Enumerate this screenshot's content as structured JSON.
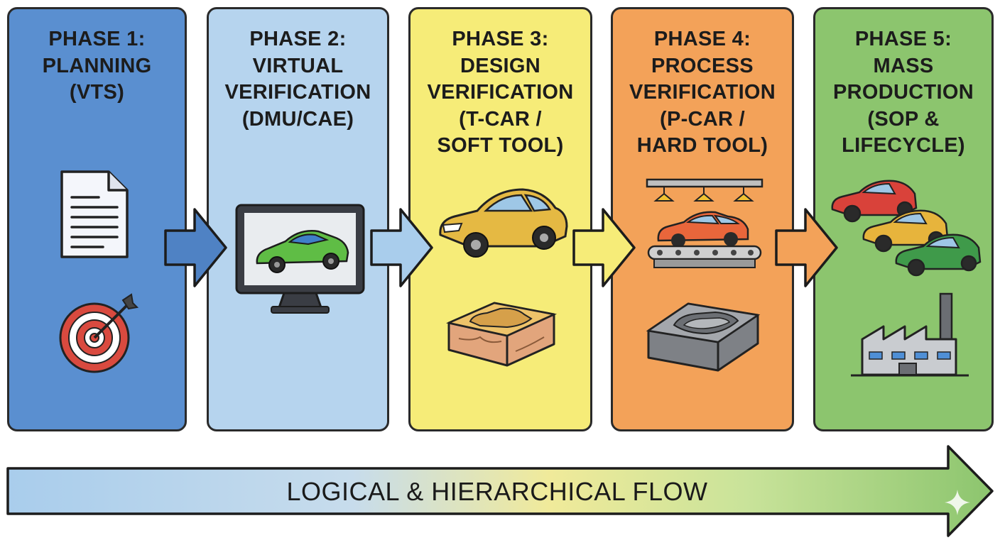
{
  "phases": [
    {
      "lines": [
        "PHASE 1:",
        "PLANNING",
        "(VTS)"
      ],
      "color": "#5a8fd0"
    },
    {
      "lines": [
        "PHASE 2:",
        "VIRTUAL",
        "VERIFICATION",
        "(DMU/CAE)"
      ],
      "color": "#b6d4ee"
    },
    {
      "lines": [
        "PHASE 3:",
        "DESIGN",
        "VERIFICATION",
        "(T-CAR /",
        "SOFT TOOL)"
      ],
      "color": "#f6ec78"
    },
    {
      "lines": [
        "PHASE 4:",
        "PROCESS",
        "VERIFICATION",
        "(P-CAR /",
        "HARD TOOL)"
      ],
      "color": "#f3a259"
    },
    {
      "lines": [
        "PHASE 5:",
        "MASS",
        "PRODUCTION",
        "(SOP &",
        "LIFECYCLE)"
      ],
      "color": "#8cc56e"
    }
  ],
  "icons": [
    "document-icon",
    "target-icon",
    "monitor-car-icon",
    "yellow-car-icon",
    "soft-mold-icon",
    "assembly-line-car-icon",
    "metal-mold-icon",
    "car-fleet-icon",
    "factory-icon"
  ],
  "flow": {
    "label": "LOGICAL & HIERARCHICAL FLOW"
  }
}
